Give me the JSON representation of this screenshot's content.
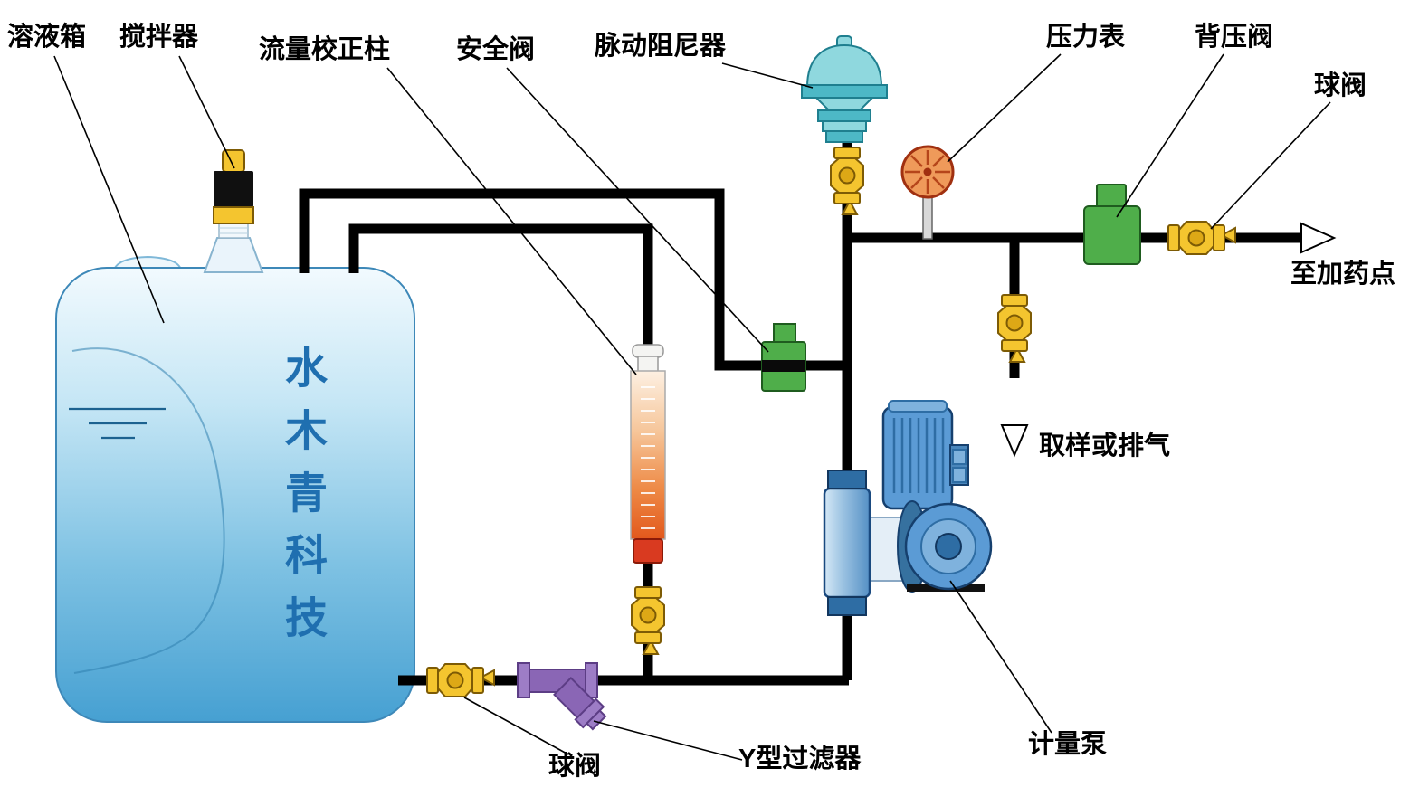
{
  "diagram": {
    "labels": {
      "solution_tank": "溶液箱",
      "agitator": "搅拌器",
      "flow_calibration_column": "流量校正柱",
      "safety_valve": "安全阀",
      "pulsation_dampener": "脉动阻尼器",
      "pressure_gauge": "压力表",
      "back_pressure_valve": "背压阀",
      "ball_valve_top": "球阀",
      "to_dosing_point": "至加药点",
      "sampling_or_vent": "取样或排气",
      "metering_pump": "计量泵",
      "y_strainer": "Y型过滤器",
      "ball_valve_bottom": "球阀",
      "tank_brand_text": "水木青科技"
    },
    "colors": {
      "pipe_black": "#000000",
      "tank_blue": "#46a0d2",
      "tank_text_blue": "#1f6fb0",
      "valve_yellow": "#f4c52f",
      "safety_green": "#4fae4a",
      "dampener_cyan": "#8fd8de",
      "gauge_orange": "#ef9a5a",
      "strainer_purple": "#9d7dc6",
      "pump_blue": "#5b9bd5",
      "column_orange": "#e2581c"
    }
  }
}
